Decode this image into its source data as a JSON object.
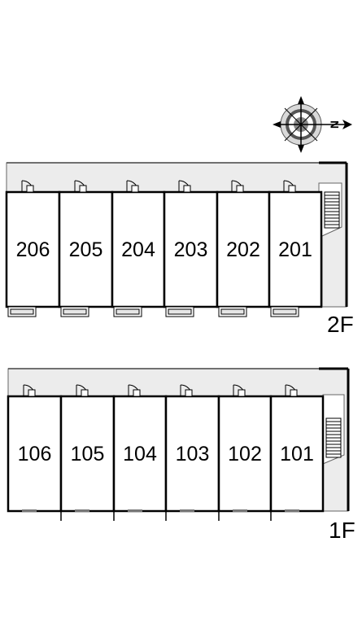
{
  "compass": {
    "north_label": "N",
    "icon": "compass-rose-icon"
  },
  "floors": [
    {
      "label": "2F",
      "units": [
        "206",
        "205",
        "204",
        "203",
        "202",
        "201"
      ]
    },
    {
      "label": "1F",
      "units": [
        "106",
        "105",
        "104",
        "103",
        "102",
        "101"
      ]
    }
  ],
  "colors": {
    "corridor": "#ececec",
    "wall": "#000000",
    "stair": "#ffffff"
  }
}
